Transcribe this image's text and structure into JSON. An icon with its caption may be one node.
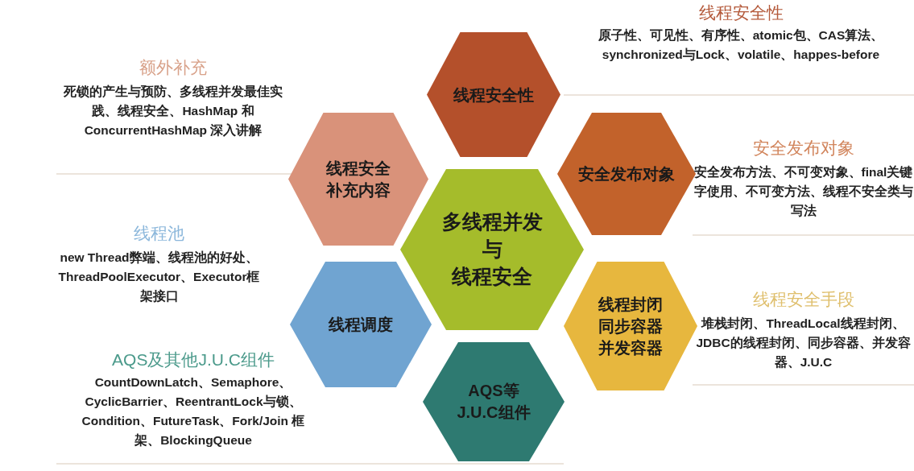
{
  "diagram": {
    "nodes": [
      {
        "text": [
          "线程安全性"
        ]
      },
      {
        "text": [
          "线程安全补充内容"
        ]
      },
      {
        "text": [
          "安全发布对象"
        ]
      },
      {
        "text": [
          "多线程并发与线程安全"
        ]
      },
      {
        "text": [
          "线程调度"
        ]
      },
      {
        "text": [
          "线程封闭同步容器并发容器"
        ]
      },
      {
        "text": [
          "AQS等J.U.C组件"
        ]
      }
    ],
    "labels": [
      "线程安全性",
      "原子性、可见性、有序性、atomic包、CAS算法、synchronized与Lock、volatile、happes-before",
      "额外补充",
      "死锁的产生与预防、多线程并发最佳实践、线程安全、HashMap 和 ConcurrentHashMap 深入讲解",
      "安全发布对象",
      "安全发布方法、不可变对象、final关键字使用、不可变方法、线程不安全类与写法",
      "线程池",
      "new Thread弊端、线程池的好处、ThreadPoolExecutor、Executor框架接口",
      "线程安全手段",
      "堆栈封闭、ThreadLocal线程封闭、JDBC的线程封闭、同步容器、并发容器、J.U.C",
      "AQS及其他J.U.C组件",
      "CountDownLatch、Semaphore、CyclicBarrier、ReentrantLock与锁、Condition、FutureTask、Fork/Join 框架、BlockingQueue"
    ]
  }
}
